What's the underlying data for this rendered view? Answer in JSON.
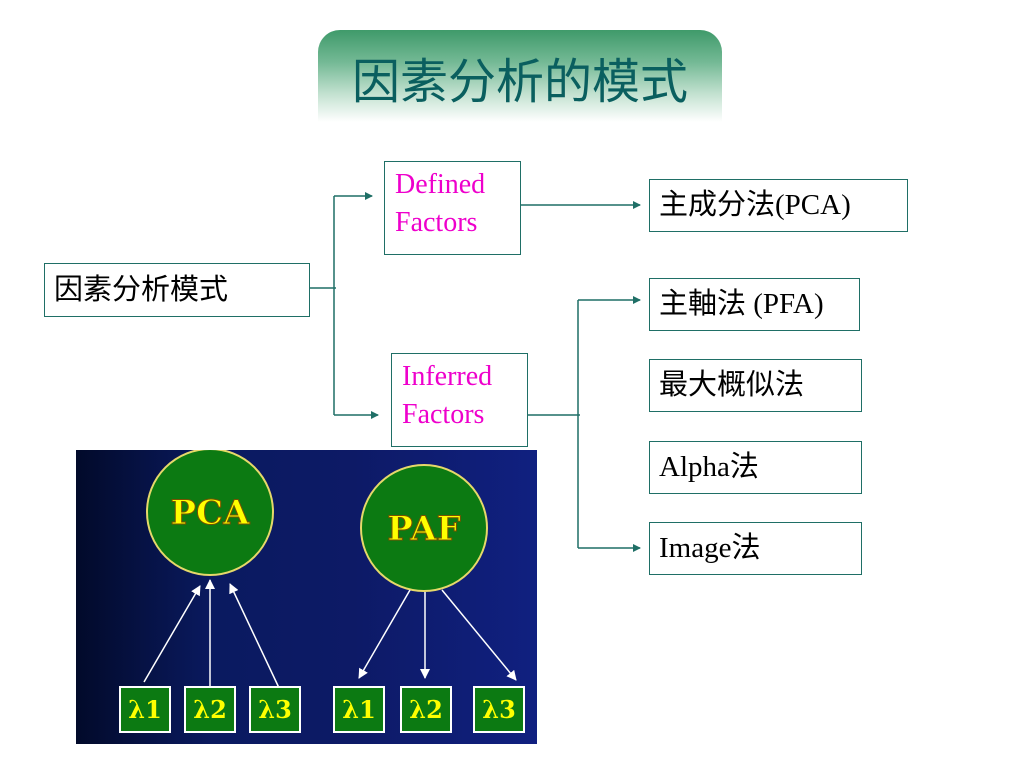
{
  "title": "因素分析的模式",
  "diagram": {
    "root": "因素分析模式",
    "defined_factors": "Defined Factors",
    "inferred_factors": "Inferred Factors",
    "methods": [
      "主成分法(PCA)",
      "主軸法 (PFA)",
      "最大概似法",
      "Alpha法",
      "Image法"
    ]
  },
  "figure": {
    "left_circle": "PCA",
    "right_circle": "PAF",
    "lambda_labels_left": [
      "λ1",
      "λ2",
      "λ3"
    ],
    "lambda_labels_right": [
      "λ1",
      "λ2",
      "λ3"
    ]
  }
}
